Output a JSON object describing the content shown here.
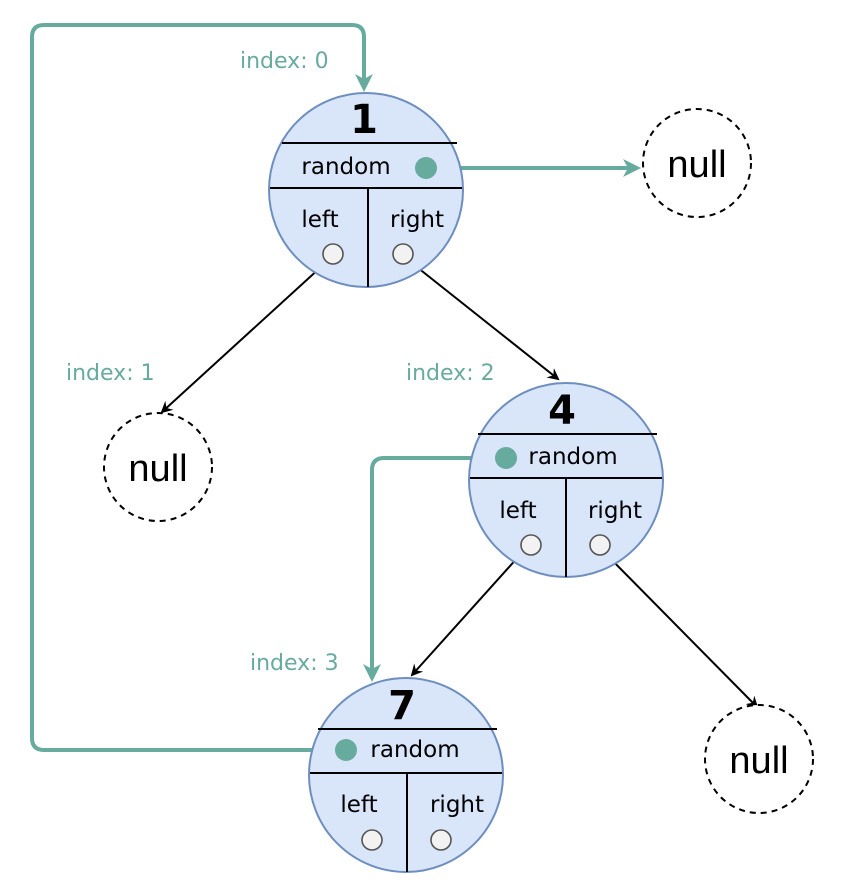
{
  "nodes": [
    {
      "value": "1",
      "random_label": "random",
      "left_label": "left",
      "right_label": "right",
      "index_label": "index: 0"
    },
    {
      "value": "4",
      "random_label": "random",
      "left_label": "left",
      "right_label": "right",
      "index_label": "index: 2"
    },
    {
      "value": "7",
      "random_label": "random",
      "left_label": "left",
      "right_label": "right",
      "index_label": "index: 3"
    }
  ],
  "nulls": [
    {
      "text": "null"
    },
    {
      "text": "null",
      "index_label": "index: 1"
    },
    {
      "text": "null"
    }
  ],
  "colors": {
    "node_fill": "#d9e6fa",
    "node_stroke": "#6d8ebf",
    "random_pointer": "#67ab9f",
    "child_pointer": "#000000"
  }
}
